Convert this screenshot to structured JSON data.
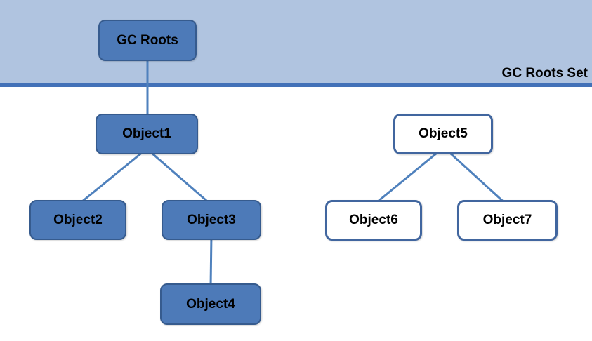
{
  "band": {
    "label": "GC Roots Set"
  },
  "nodes": {
    "gc_roots": {
      "label": "GC Roots",
      "filled": true
    },
    "object1": {
      "label": "Object1",
      "filled": true
    },
    "object2": {
      "label": "Object2",
      "filled": true
    },
    "object3": {
      "label": "Object3",
      "filled": true
    },
    "object4": {
      "label": "Object4",
      "filled": true
    },
    "object5": {
      "label": "Object5",
      "filled": false
    },
    "object6": {
      "label": "Object6",
      "filled": false
    },
    "object7": {
      "label": "Object7",
      "filled": false
    }
  },
  "edges": [
    {
      "from": "gc_roots",
      "to": "object1"
    },
    {
      "from": "object1",
      "to": "object2"
    },
    {
      "from": "object1",
      "to": "object3"
    },
    {
      "from": "object3",
      "to": "object4"
    },
    {
      "from": "object5",
      "to": "object6"
    },
    {
      "from": "object5",
      "to": "object7"
    }
  ],
  "colors": {
    "band": "#b0c4e0",
    "separator": "#4271b8",
    "node_fill": "#4d7ab8",
    "node_border": "#365b8e",
    "outline_node_border": "#41669f",
    "connector": "#4f81bd",
    "label_text": "#000000"
  }
}
